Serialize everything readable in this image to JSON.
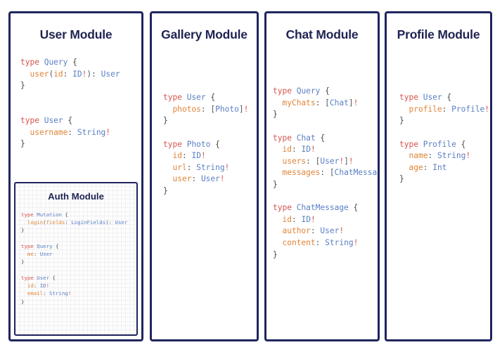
{
  "diagram": {
    "title_color": "#1f2352",
    "border_color": "#20255e",
    "background_color": "#ffffff",
    "token_colors": {
      "keyword": "#d4544c",
      "type_name": "#5a7fc4",
      "field_name": "#e08438",
      "punctuation": "#555b63"
    }
  },
  "modules": [
    {
      "id": "user",
      "title": "User Module",
      "code_lines": [
        "type Query {",
        "  user(id: ID!): User",
        "}",
        "",
        "",
        "type User {",
        "  username: String!",
        "}"
      ],
      "nested": {
        "id": "auth",
        "title": "Auth Module",
        "code_lines": [
          "type Mutation {",
          "  login(fields: LoginFields): User",
          "}",
          "",
          "type Query {",
          "  me: User",
          "}",
          "",
          "type User {",
          "  id: ID!",
          "  email: String!",
          "}"
        ]
      }
    },
    {
      "id": "gallery",
      "title": "Gallery Module",
      "code_lines": [
        "type User {",
        "  photos: [Photo]!",
        "}",
        "",
        "type Photo {",
        "  id: ID!",
        "  url: String!",
        "  user: User!",
        "}"
      ]
    },
    {
      "id": "chat",
      "title": "Chat Module",
      "code_lines": [
        "type Query {",
        "  myChats: [Chat]!",
        "}",
        "",
        "type Chat {",
        "  id: ID!",
        "  users: [User!]!",
        "  messages: [ChatMessage]!",
        "}",
        "",
        "type ChatMessage {",
        "  id: ID!",
        "  author: User!",
        "  content: String!",
        "}"
      ]
    },
    {
      "id": "profile",
      "title": "Profile Module",
      "code_lines": [
        "type User {",
        "  profile: Profile!",
        "}",
        "",
        "type Profile {",
        "  name: String!",
        "  age: Int",
        "}"
      ]
    }
  ]
}
